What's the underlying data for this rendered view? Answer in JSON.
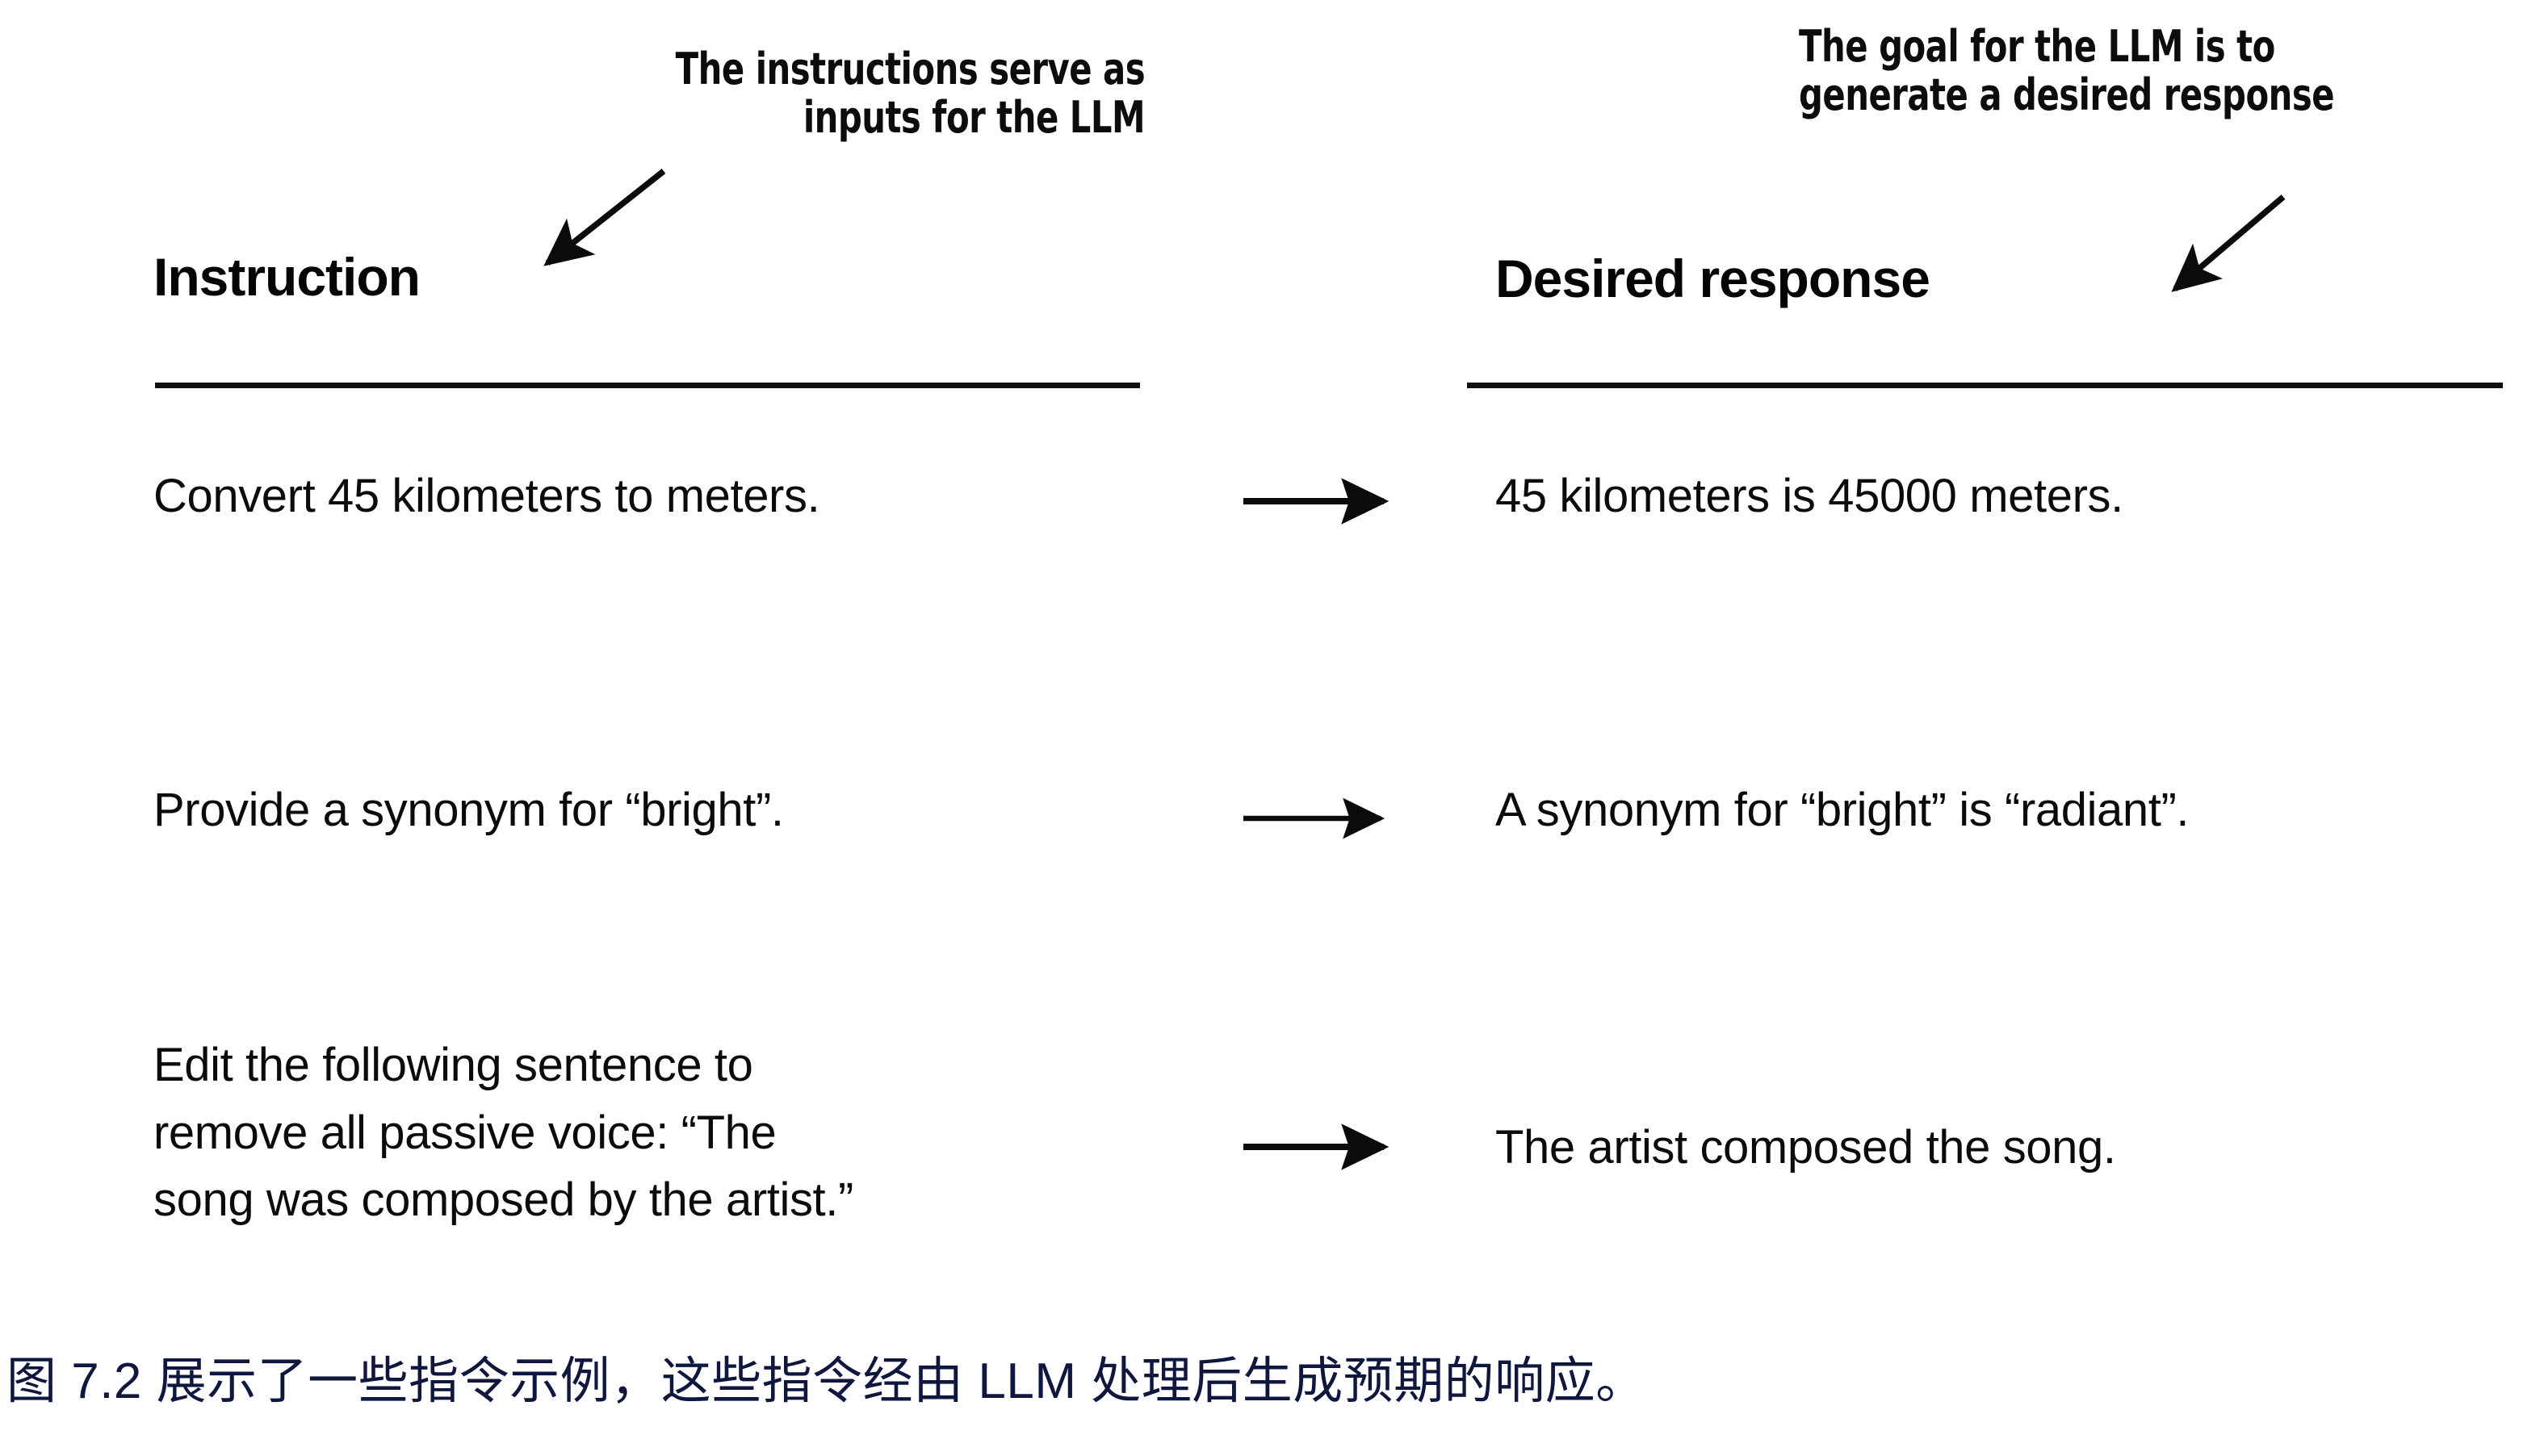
{
  "figure": {
    "background_color": "#ffffff",
    "ink_color": "#0b0b0b",
    "caption_color": "#10173f"
  },
  "annotations": {
    "left_callout": "The instructions serve as\ninputs for the LLM",
    "right_callout": "The goal for the LLM is to\ngenerate a desired response"
  },
  "table": {
    "headers": {
      "instruction": "Instruction",
      "response": "Desired response"
    },
    "rows": [
      {
        "instruction": "Convert 45 kilometers to meters.",
        "arrow": "right-arrow",
        "response": "45 kilometers is 45000 meters."
      },
      {
        "instruction": "Provide a synonym for “bright”.",
        "arrow": "right-arrow",
        "response": "A synonym for “bright” is “radiant”."
      },
      {
        "instruction": "Edit the following sentence to\nremove all passive voice: “The\nsong was composed by the artist.”",
        "arrow": "right-arrow",
        "response": "The artist composed the song."
      }
    ]
  },
  "caption": {
    "text": "图 7.2 展示了一些指令示例，这些指令经由 LLM 处理后生成预期的响应。",
    "figure_number": "7.2"
  }
}
